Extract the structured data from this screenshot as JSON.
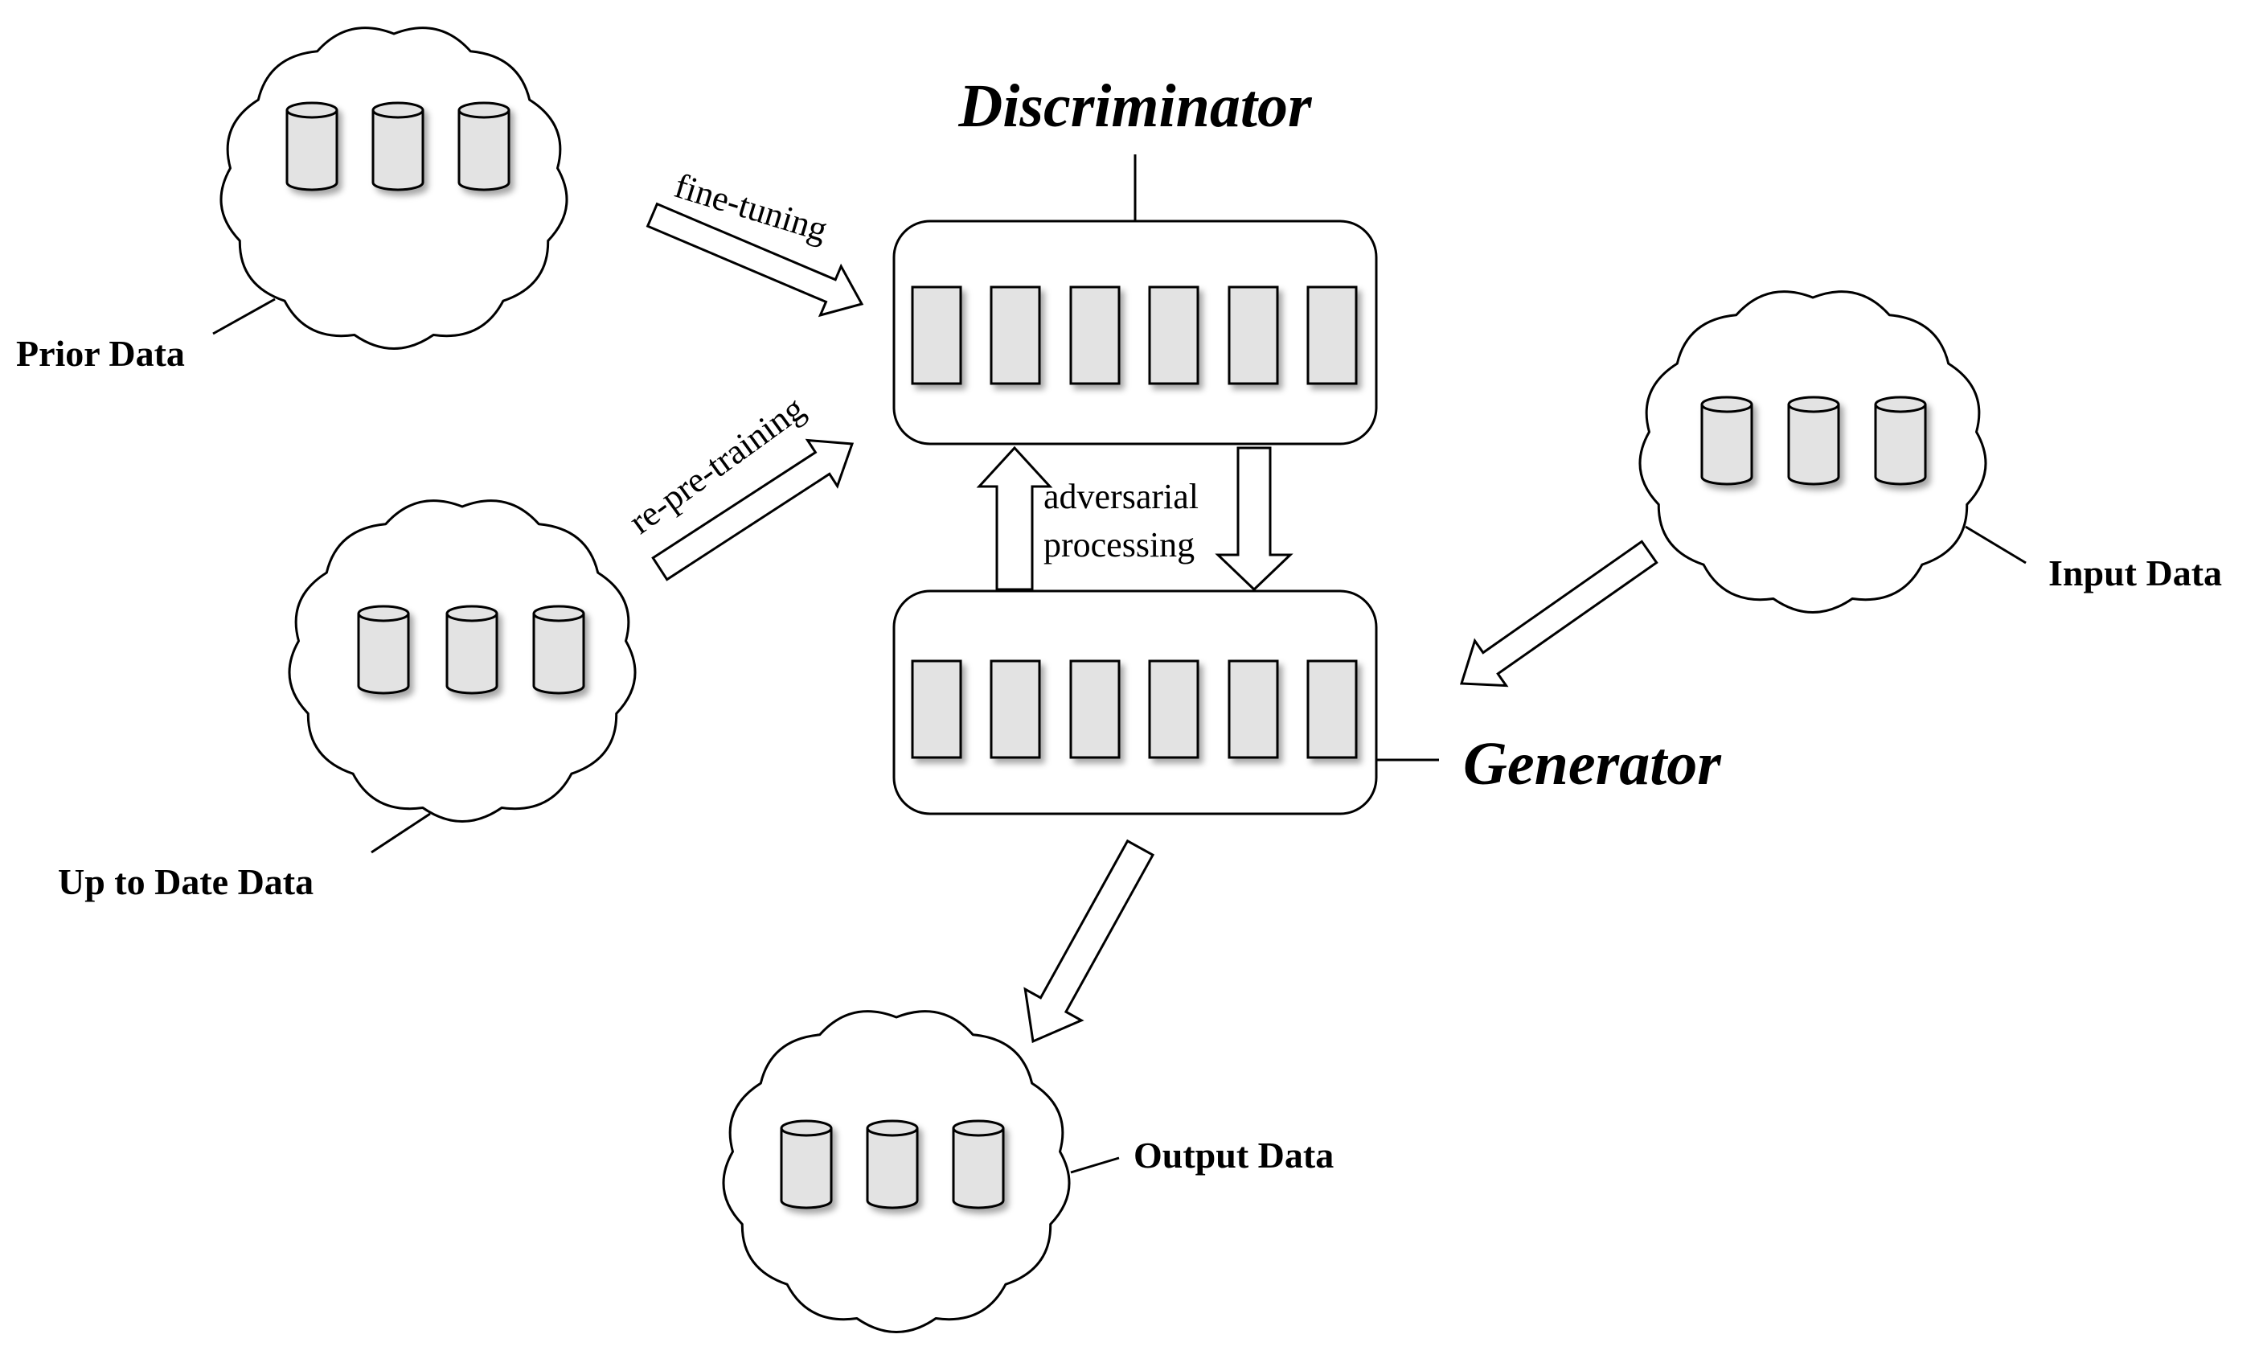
{
  "diagram": {
    "discriminator_title": "Discriminator",
    "generator_title": "Generator",
    "edge_fine_tuning": "fine-tuning",
    "edge_re_pre_training": "re-pre-training",
    "edge_adversarial_line1": "adversarial",
    "edge_adversarial_line2": "processing",
    "prior_data_label": "Prior Data",
    "up_to_date_data_label": "Up to Date Data",
    "input_data_label": "Input Data",
    "output_data_label": "Output Data"
  },
  "colors": {
    "fill_gray": "#e3e3e3",
    "stroke": "#000000",
    "background": "#ffffff"
  }
}
